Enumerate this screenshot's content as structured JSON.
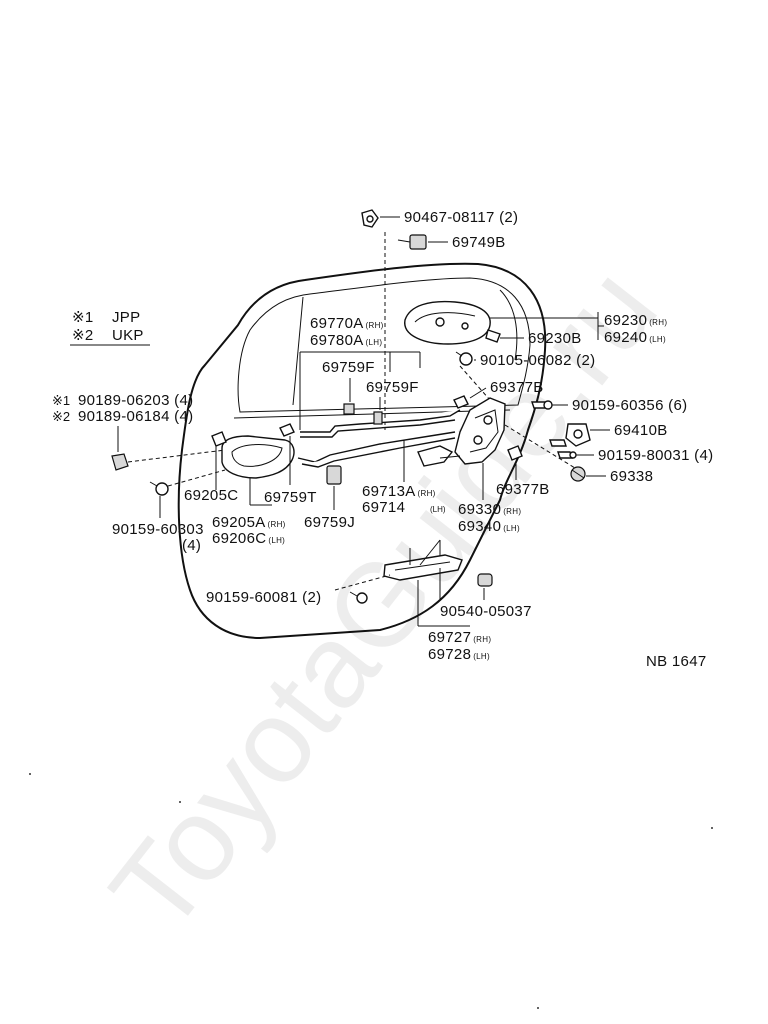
{
  "watermark": "ToyotaGuide.ru",
  "diagram_code": "NB 1647",
  "legend": {
    "note1_mark": "※1",
    "note1_text": "JPP",
    "note2_mark": "※2",
    "note2_text": "UKP"
  },
  "parts": {
    "p90467": "90467-08117 (2)",
    "p69749B": "69749B",
    "p69770A": "69770A",
    "p69780A": "69780A",
    "p69759F_a": "69759F",
    "p69759F_b": "69759F",
    "p69230": "69230",
    "p69240": "69240",
    "p69230B": "69230B",
    "p90105": "90105-06082 (2)",
    "p69377B_a": "69377B",
    "p90159_60356": "90159-60356 (6)",
    "p69410B": "69410B",
    "p90159_80031": "90159-80031 (4)",
    "p69338": "69338",
    "p69377B_b": "69377B",
    "p90189_06203_mark": "※1",
    "p90189_06203": "90189-06203 (4)",
    "p90189_06184_mark": "※2",
    "p90189_06184": "90189-06184 (4)",
    "p69205C": "69205C",
    "p69759T": "69759T",
    "p69205A": "69205A",
    "p69206C": "69206C",
    "p69759J": "69759J",
    "p69713A": "69713A",
    "p69714": "69714",
    "p69330": "69330",
    "p69340": "69340",
    "p90159_60303": "90159-60303",
    "p90159_60303_qty": "(4)",
    "p90159_60081": "90159-60081 (2)",
    "p90540": "90540-05037",
    "p69727": "69727",
    "p69728": "69728"
  },
  "suffix": {
    "rh": "(RH)",
    "lh": "(LH)"
  }
}
